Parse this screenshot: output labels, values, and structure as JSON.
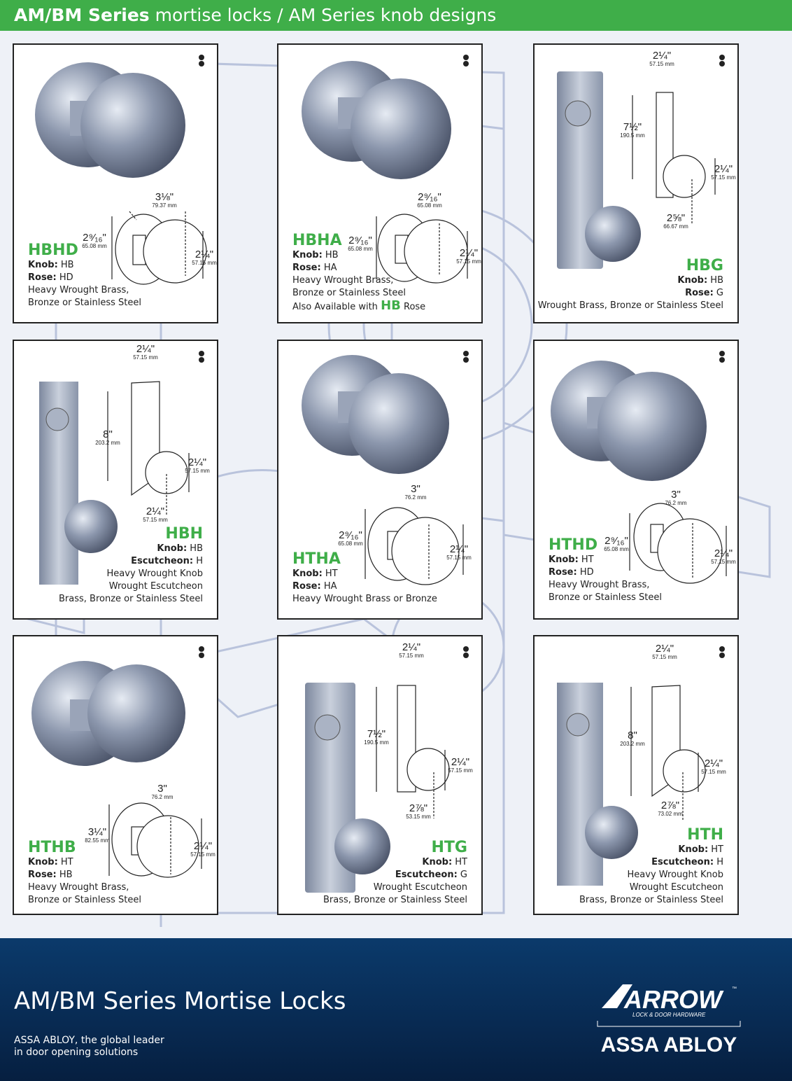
{
  "header": {
    "bold": "AM/BM Series",
    "rest": " mortise locks / AM Series knob designs"
  },
  "cards": [
    {
      "code": "HBHD",
      "k_label": "Knob:",
      "k_val": " HB",
      "r_label": "Rose:",
      "r_val": " HD",
      "l1": "Heavy Wrought Brass,",
      "l2": "Bronze or Stainless Steel",
      "d1_in": "3⅛\"",
      "d1_mm": "79.37 mm",
      "d2_in": "2⁹⁄₁₆\"",
      "d2_mm": "65.08 mm",
      "d3_in": "2¼\"",
      "d3_mm": "57.15 mm"
    },
    {
      "code": "HBHA",
      "k_label": "Knob:",
      "k_val": " HB",
      "r_label": "Rose:",
      "r_val": " HA",
      "l1": "Heavy Wrought Brass,",
      "l2": "Bronze or Stainless Steel",
      "l3a": "Also Available with ",
      "l3b": "HB",
      "l3c": " Rose",
      "d1_in": "2⁹⁄₁₆\"",
      "d1_mm": "65.08 mm",
      "d2_in": "2⁹⁄₁₆\"",
      "d2_mm": "65.08 mm",
      "d3_in": "2¼\"",
      "d3_mm": "57.15 mm"
    },
    {
      "code": "HBG",
      "k_label": "Knob:",
      "k_val": " HB",
      "r_label": "Rose:",
      "r_val": " G",
      "l1": "Wrought Brass, Bronze or Stainless Steel",
      "d1_in": "2¼\"",
      "d1_mm": "57.15 mm",
      "d2_in": "7½\"",
      "d2_mm": "190.5 mm",
      "d3_in": "2¼\"",
      "d3_mm": "57.15 mm",
      "d4_in": "2⅝\"",
      "d4_mm": "66.67 mm"
    },
    {
      "code": "HBH",
      "k_label": "Knob:",
      "k_val": "  HB",
      "r_label": "Escutcheon:",
      "r_val": " H",
      "l1": "Heavy Wrought Knob",
      "l2": "Wrought Escutcheon",
      "l3": "Brass, Bronze or Stainless Steel",
      "d1_in": "2¼\"",
      "d1_mm": "57.15 mm",
      "d2_in": "8\"",
      "d2_mm": "203.2 mm",
      "d3_in": "2¼\"",
      "d3_mm": "57.15 mm",
      "d4_in": "2¼\"",
      "d4_mm": "57.15 mm"
    },
    {
      "code": "HTHA",
      "k_label": "Knob:",
      "k_val": " HT",
      "r_label": "Rose:",
      "r_val": " HA",
      "l1": "Heavy Wrought Brass or Bronze",
      "d1_in": "3\"",
      "d1_mm": "76.2 mm",
      "d2_in": "2⁹⁄₁₆\"",
      "d2_mm": "65.08 mm",
      "d3_in": "2¼\"",
      "d3_mm": "57.15 mm"
    },
    {
      "code": "HTHD",
      "k_label": "Knob:",
      "k_val": " HT",
      "r_label": "Rose:",
      "r_val": " HD",
      "l1": "Heavy Wrought Brass,",
      "l2": "Bronze or Stainless Steel",
      "d1_in": "3\"",
      "d1_mm": "76.2 mm",
      "d2_in": "2⁹⁄₁₆\"",
      "d2_mm": "65.08 mm",
      "d3_in": "2¼\"",
      "d3_mm": "57.15 mm"
    },
    {
      "code": "HTHB",
      "k_label": "Knob:",
      "k_val": " HT",
      "r_label": "Rose:",
      "r_val": " HB",
      "l1": "Heavy Wrought Brass,",
      "l2": "Bronze or Stainless Steel",
      "d1_in": "3\"",
      "d1_mm": "76.2 mm",
      "d2_in": "3¼\"",
      "d2_mm": "82.55 mm",
      "d3_in": "2¼\"",
      "d3_mm": "57.15 mm"
    },
    {
      "code": "HTG",
      "k_label": "Knob:",
      "k_val": " HT",
      "r_label": "Escutcheon:",
      "r_val": " G",
      "l1": "Wrought Escutcheon",
      "l2": "Brass, Bronze or Stainless Steel",
      "d1_in": "2¼\"",
      "d1_mm": "57.15 mm",
      "d2_in": "7½\"",
      "d2_mm": "190.5 mm",
      "d3_in": "2¼\"",
      "d3_mm": "57.15 mm",
      "d4_in": "2⅞\"",
      "d4_mm": "53.15 mm"
    },
    {
      "code": "HTH",
      "k_label": "Knob:",
      "k_val": " HT",
      "r_label": "Escutcheon:",
      "r_val": "  H",
      "l1": "Heavy Wrought Knob",
      "l2": "Wrought Escutcheon",
      "l3": "Brass, Bronze or Stainless Steel",
      "d1_in": "2¼\"",
      "d1_mm": "57.15 mm",
      "d2_in": "8\"",
      "d2_mm": "203.2 mm",
      "d3_in": "2¼\"",
      "d3_mm": "57.15 mm",
      "d4_in": "2⅞\"",
      "d4_mm": "73.02 mm"
    }
  ],
  "footer": {
    "title": "AM/BM Series Mortise Locks",
    "tag_line1": "ASSA ABLOY, the global leader",
    "tag_line2": "in door opening solutions",
    "logo_arrow": "ARROW",
    "logo_tm": "™",
    "logo_sub": "LOCK & DOOR HARDWARE",
    "logo_assa": "ASSA ABLOY"
  },
  "colors": {
    "green": "#3fae49",
    "navy": "#0b3a6b"
  }
}
